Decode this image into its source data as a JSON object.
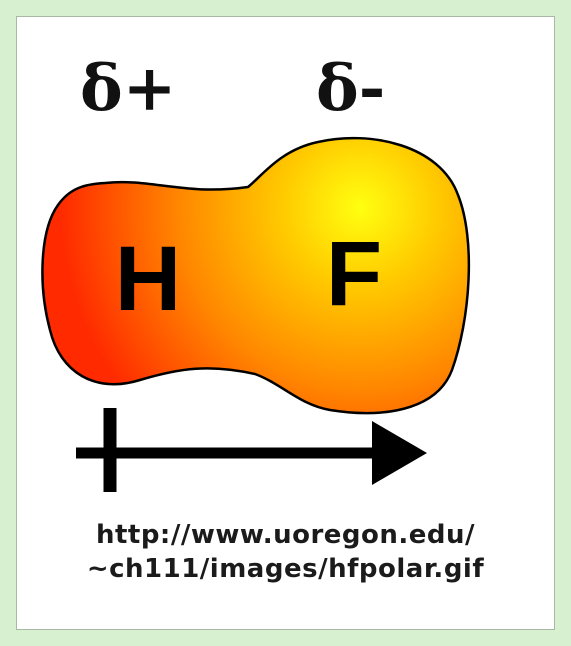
{
  "diagram": {
    "charge_positive": "δ+",
    "charge_negative": "δ-",
    "atom_left": "H",
    "atom_right": "F",
    "caption_line1": "http://www.uoregon.edu/",
    "caption_line2": "~ch111/images/hfpolar.gif"
  },
  "colors": {
    "frame_background": "#d7f0cf",
    "panel_background": "#ffffff",
    "cloud_red": "#ff3a00",
    "cloud_orange": "#ff9a00",
    "cloud_yellow": "#ffff10",
    "outline": "#000000"
  }
}
